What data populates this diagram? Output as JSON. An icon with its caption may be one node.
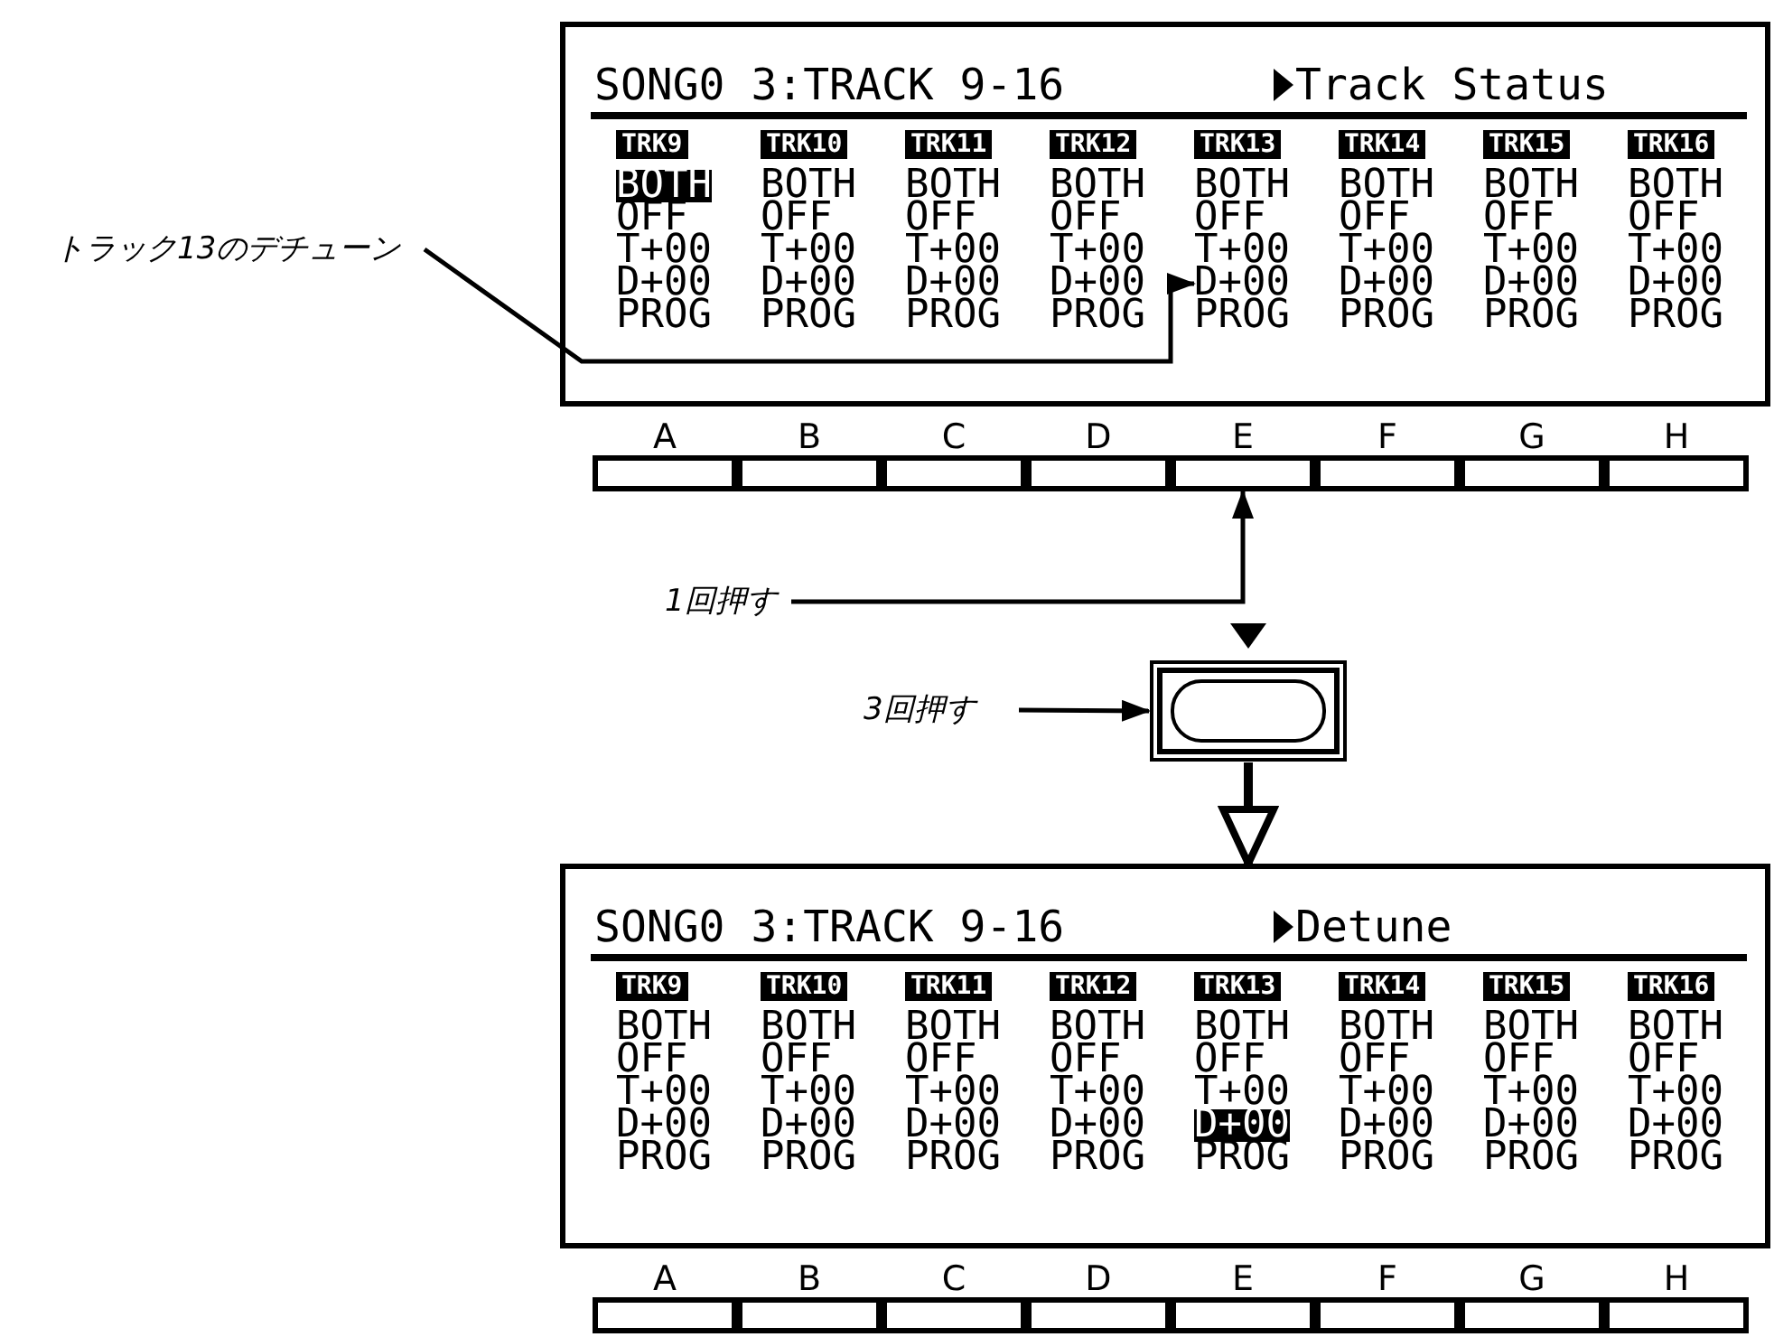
{
  "diagram": {
    "nodes": [
      {
        "text": [
          "SONG0 3:TRACK 9-16",
          "Track Status"
        ]
      },
      {
        "text": [
          "TRK9",
          "BOTH",
          "OFF",
          "T+00",
          "D+00",
          "PROG"
        ],
        "in": 0
      },
      {
        "text": [
          "TRK10",
          "BOTH",
          "OFF",
          "T+00",
          "D+00",
          "PROG"
        ],
        "in": 0
      },
      {
        "text": [
          "TRK11",
          "BOTH",
          "OFF",
          "T+00",
          "D+00",
          "PROG"
        ],
        "in": 0
      },
      {
        "text": [
          "TRK12",
          "BOTH",
          "OFF",
          "T+00",
          "D+00",
          "PROG"
        ],
        "in": 0
      },
      {
        "text": [
          "TRK13",
          "BOTH",
          "OFF",
          "T+00",
          "D+00",
          "PROG"
        ],
        "in": 0
      },
      {
        "text": [
          "TRK14",
          "BOTH",
          "OFF",
          "T+00",
          "D+00",
          "PROG"
        ],
        "in": 0
      },
      {
        "text": [
          "TRK15",
          "BOTH",
          "OFF",
          "T+00",
          "D+00",
          "PROG"
        ],
        "in": 0
      },
      {
        "text": [
          "TRK16",
          "BOTH",
          "OFF",
          "T+00",
          "D+00",
          "PROG"
        ],
        "in": 0
      },
      {
        "text": [
          "トラック13のデチューン"
        ]
      },
      {
        "text": [
          "A"
        ]
      },
      {
        "text": [
          "B"
        ]
      },
      {
        "text": [
          "C"
        ]
      },
      {
        "text": [
          "D"
        ]
      },
      {
        "text": [
          "E"
        ]
      },
      {
        "text": [
          "F"
        ]
      },
      {
        "text": [
          "G"
        ]
      },
      {
        "text": [
          "H"
        ]
      },
      {
        "text": [
          "1回押す"
        ]
      },
      {
        "text": [
          "3回押す"
        ]
      },
      {
        "text": [],
        "shape": "box"
      },
      {
        "text": [
          "SONG0 3:TRACK 9-16",
          "Detune"
        ]
      },
      {
        "text": [
          "TRK9",
          "BOTH",
          "OFF",
          "T+00",
          "D+00",
          "PROG"
        ],
        "in": 21
      },
      {
        "text": [
          "TRK10",
          "BOTH",
          "OFF",
          "T+00",
          "D+00",
          "PROG"
        ],
        "in": 21
      },
      {
        "text": [
          "TRK11",
          "BOTH",
          "OFF",
          "T+00",
          "D+00",
          "PROG"
        ],
        "in": 21
      },
      {
        "text": [
          "TRK12",
          "BOTH",
          "OFF",
          "T+00",
          "D+00",
          "PROG"
        ],
        "in": 21
      },
      {
        "text": [
          "TRK13",
          "BOTH",
          "OFF",
          "T+00",
          "D+00",
          "PROG"
        ],
        "in": 21
      },
      {
        "text": [
          "TRK14",
          "BOTH",
          "OFF",
          "T+00",
          "D+00",
          "PROG"
        ],
        "in": 21
      },
      {
        "text": [
          "TRK15",
          "BOTH",
          "OFF",
          "T+00",
          "D+00",
          "PROG"
        ],
        "in": 21
      },
      {
        "text": [
          "TRK16",
          "BOTH",
          "OFF",
          "T+00",
          "D+00",
          "PROG"
        ],
        "in": 21
      },
      {
        "text": [
          "A"
        ]
      },
      {
        "text": [
          "B"
        ]
      },
      {
        "text": [
          "C"
        ]
      },
      {
        "text": [
          "D"
        ]
      },
      {
        "text": [
          "E"
        ]
      },
      {
        "text": [
          "F"
        ]
      },
      {
        "text": [
          "G"
        ]
      },
      {
        "text": [
          "H"
        ]
      }
    ],
    "edges": [
      {
        "from": 9,
        "to": 5,
        "arrow": "to"
      },
      {
        "from": 18,
        "to": 14,
        "arrow": "to"
      },
      {
        "from": 19,
        "to": 20,
        "arrow": "to"
      },
      {
        "from": 20,
        "to": 21,
        "arrow": "to",
        "style": "thick"
      }
    ]
  }
}
